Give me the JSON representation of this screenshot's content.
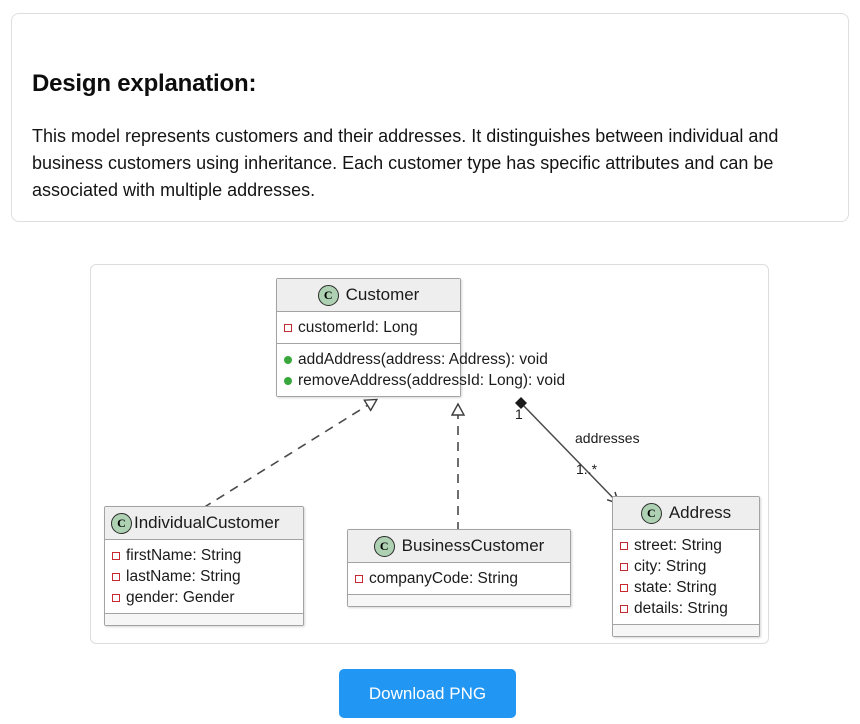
{
  "explanation": {
    "title": "Design explanation:",
    "body": "This model represents customers and their addresses. It distinguishes between individual and business customers using inheritance. Each customer type has specific attributes and can be associated with multiple addresses."
  },
  "diagram": {
    "classes": [
      {
        "id": "customer",
        "name": "Customer",
        "badge": "C",
        "attributes": [
          {
            "visibility": "private",
            "text": "customerId: Long"
          }
        ],
        "methods": [
          {
            "visibility": "public",
            "text": "addAddress(address: Address): void"
          },
          {
            "visibility": "public",
            "text": "removeAddress(addressId: Long): void"
          }
        ]
      },
      {
        "id": "individual-customer",
        "name": "IndividualCustomer",
        "badge": "C",
        "attributes": [
          {
            "visibility": "private",
            "text": "firstName: String"
          },
          {
            "visibility": "private",
            "text": "lastName: String"
          },
          {
            "visibility": "private",
            "text": "gender: Gender"
          }
        ],
        "methods": []
      },
      {
        "id": "business-customer",
        "name": "BusinessCustomer",
        "badge": "C",
        "attributes": [
          {
            "visibility": "private",
            "text": "companyCode: String"
          }
        ],
        "methods": []
      },
      {
        "id": "address",
        "name": "Address",
        "badge": "C",
        "attributes": [
          {
            "visibility": "private",
            "text": "street: String"
          },
          {
            "visibility": "private",
            "text": "city: String"
          },
          {
            "visibility": "private",
            "text": "state: String"
          },
          {
            "visibility": "private",
            "text": "details: String"
          }
        ],
        "methods": []
      }
    ],
    "relationships": [
      {
        "id": "individual-inherits-customer",
        "type": "generalization",
        "from": "IndividualCustomer",
        "to": "Customer",
        "line": "dashed",
        "arrow": "hollow-triangle",
        "label": ""
      },
      {
        "id": "business-inherits-customer",
        "type": "generalization",
        "from": "BusinessCustomer",
        "to": "Customer",
        "line": "dashed",
        "arrow": "hollow-triangle",
        "label": ""
      },
      {
        "id": "customer-has-addresses",
        "type": "composition",
        "from": "Customer",
        "to": "Address",
        "line": "solid",
        "arrow": "open-arrow",
        "source_decoration": "filled-diamond",
        "label": "addresses",
        "source_multiplicity": "1",
        "target_multiplicity": "1..*"
      }
    ]
  },
  "actions": {
    "download_label": "Download PNG"
  },
  "colors": {
    "accent": "#2196f3",
    "class_badge": "#add1b2",
    "header_bg": "#eeeeee",
    "field_marker": "#c82930",
    "method_marker": "#38a83c",
    "panel_border": "#dedede"
  }
}
